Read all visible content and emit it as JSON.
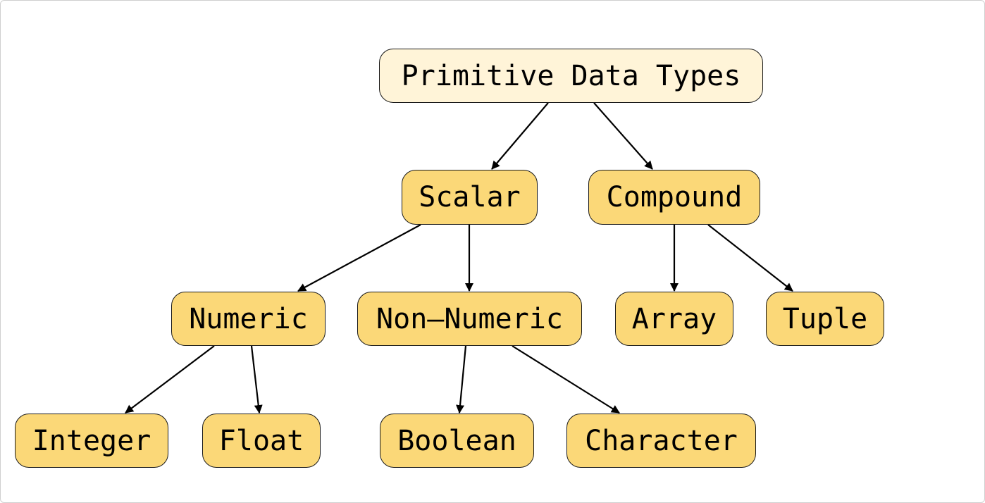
{
  "diagram": {
    "root": "Primitive Data Types",
    "level1": {
      "scalar": "Scalar",
      "compound": "Compound"
    },
    "level2": {
      "numeric": "Numeric",
      "non_numeric": "Non—Numeric",
      "array": "Array",
      "tuple": "Tuple"
    },
    "level3": {
      "integer": "Integer",
      "float": "Float",
      "boolean": "Boolean",
      "character": "Character"
    }
  },
  "colors": {
    "root_fill": "#fff4d8",
    "node_fill": "#fbd878",
    "stroke": "#1a1a1a"
  }
}
